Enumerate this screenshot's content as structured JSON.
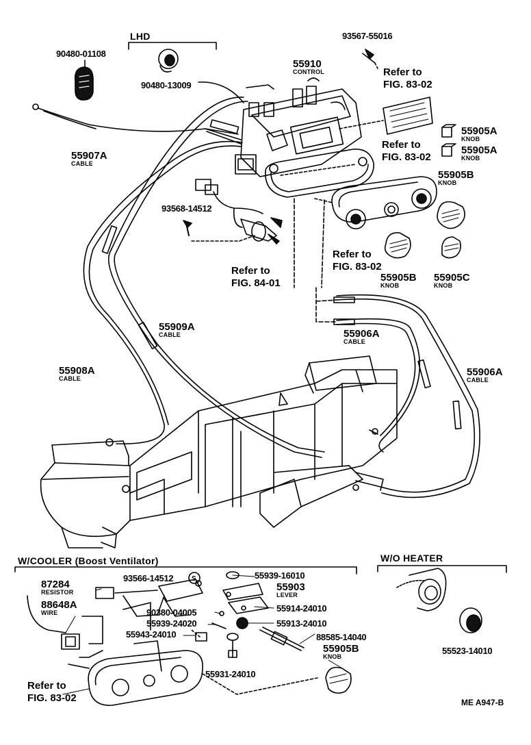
{
  "sections": {
    "lhd": "LHD",
    "wcooler": "W/COOLER (Boost Ventilator)",
    "woheater": "W/O  HEATER"
  },
  "labels": {
    "p90480_01108": "90480-01108",
    "p90480_13009": "90480-13009",
    "p93567_55016": "93567-55016",
    "p55910": "55910",
    "p55910_sub": "CONTROL",
    "ref_8302_a1": "Refer to",
    "ref_8302_a2": "FIG. 83-02",
    "ref_8302_b1": "Refer to",
    "ref_8302_b2": "FIG. 83-02",
    "p55905A_1": "55905A",
    "p55905A_1_sub": "KNOB",
    "p55905A_2": "55905A",
    "p55905A_2_sub": "KNOB",
    "p55905B_1": "55905B",
    "p55905B_1_sub": "KNOB",
    "p55907A": "55907A",
    "p55907A_sub": "CABLE",
    "p93568_14512": "93568-14512",
    "ref_8401_1": "Refer to",
    "ref_8401_2": "FIG. 84-01",
    "ref_8302_c1": "Refer to",
    "ref_8302_c2": "FIG. 83-02",
    "p55905B_2": "55905B",
    "p55905B_2_sub": "KNOB",
    "p55905C": "55905C",
    "p55905C_sub": "KNOB",
    "p55909A": "55909A",
    "p55909A_sub": "CABLE",
    "p55906A_1": "55906A",
    "p55906A_1_sub": "CABLE",
    "p55908A": "55908A",
    "p55908A_sub": "CABLE",
    "p55906A_2": "55906A",
    "p55906A_2_sub": "CABLE",
    "c93566_14512": "93566-14512",
    "c55939_16010": "55939-16010",
    "c87284": "87284",
    "c87284_sub": "RESISTOR",
    "c55903": "55903",
    "c55903_sub": "LEVER",
    "c88648A": "88648A",
    "c88648A_sub": "WIRE",
    "c55914_24010": "55914-24010",
    "c90380_04005": "90380-04005",
    "c55939_24020": "55939-24020",
    "c55913_24010": "55913-24010",
    "c55943_24010": "55943-24010",
    "c88585_14040": "88585-14040",
    "c55905B": "55905B",
    "c55905B_sub": "KNOB",
    "c55931_24010": "55931-24010",
    "ref_8302_d1": "Refer to",
    "ref_8302_d2": "FIG. 83-02",
    "w55523_14010": "55523-14010",
    "code": "ME  A947-B"
  }
}
